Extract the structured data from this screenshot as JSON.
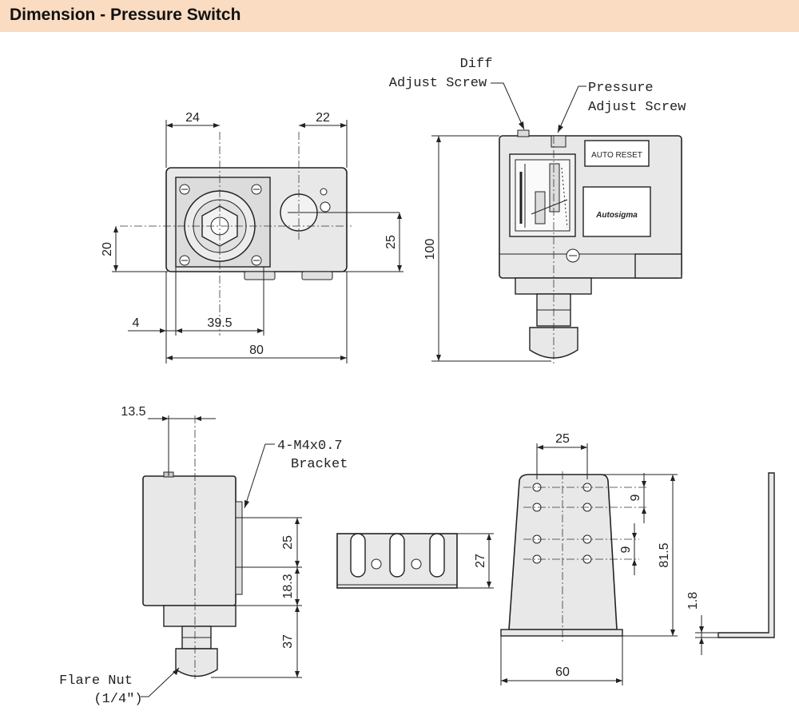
{
  "header": {
    "title": "Dimension - Pressure Switch"
  },
  "front_view": {
    "dims": {
      "left_offset": "24",
      "right_offset": "22",
      "height_left": "20",
      "height_right": "25",
      "edge": "4",
      "hole_span": "39.5",
      "width": "80"
    }
  },
  "side_view": {
    "dims": {
      "height": "100"
    },
    "labels": {
      "diff_screw_1": "Diff",
      "diff_screw_2": "Adjust Screw",
      "pressure_screw_1": "Pressure",
      "pressure_screw_2": "Adjust Screw",
      "auto_reset": "AUTO RESET",
      "brand": "Autosigma"
    }
  },
  "rear_view": {
    "dims": {
      "offset": "13.5",
      "h1": "25",
      "h2": "18.3",
      "h3": "37"
    },
    "labels": {
      "bracket_1": "4-M4x0.7",
      "bracket_2": "Bracket",
      "flare_1": "Flare Nut",
      "flare_2": "(1/4\")"
    }
  },
  "bracket_view": {
    "dims": {
      "top_height": "27",
      "hole_span": "25",
      "pitch_top": "9",
      "pitch_mid": "9",
      "height": "81.5",
      "thickness": "1.8",
      "base_width": "60"
    }
  }
}
